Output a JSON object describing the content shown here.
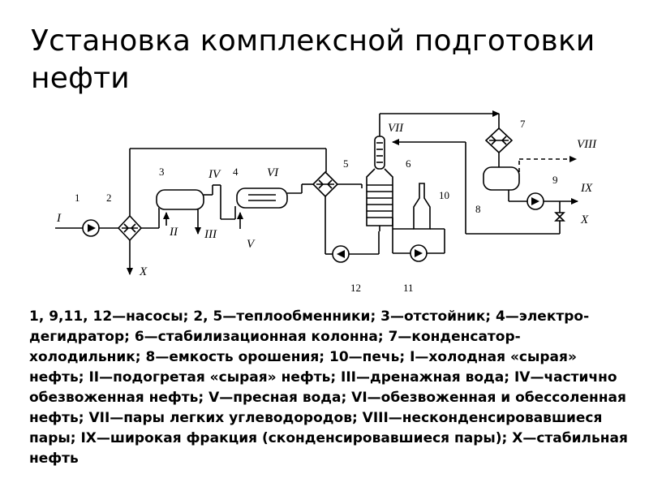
{
  "title": "Установка комплексной подготовки нефти",
  "diagram": {
    "numbers": {
      "n1": "1",
      "n2": "2",
      "n3": "3",
      "n4": "4",
      "n5": "5",
      "n6": "6",
      "n7": "7",
      "n8": "8",
      "n9": "9",
      "n10": "10",
      "n11": "11",
      "n12": "12"
    },
    "streams": {
      "I": "I",
      "II": "II",
      "III": "III",
      "IV": "IV",
      "V": "V",
      "VI": "VI",
      "VII": "VII",
      "VIII": "VIII",
      "IX": "IX",
      "X_bottom": "X",
      "X_right": "X"
    }
  },
  "legend": "1, 9,11, 12—насосы; 2, 5—теплообменники; 3—отстойник; 4—электро-дегидратор; 6—стабилизационная колонна; 7—конденсатор-холодильник; 8—емкость орошения; 10—печь; I—холодная «сырая» нефть; II—подогретая «сырая» нефть; III—дренажная вода; IV—частично обезвоженная нефть; V—пресная вода; VI—обезвоженная и обессоленная нефть; VII—пары легких углеводородов; VIII—несконденсировавшиеся пары; IX—широкая фракция (сконденсировавшиеся пары); X—стабильная нефть"
}
